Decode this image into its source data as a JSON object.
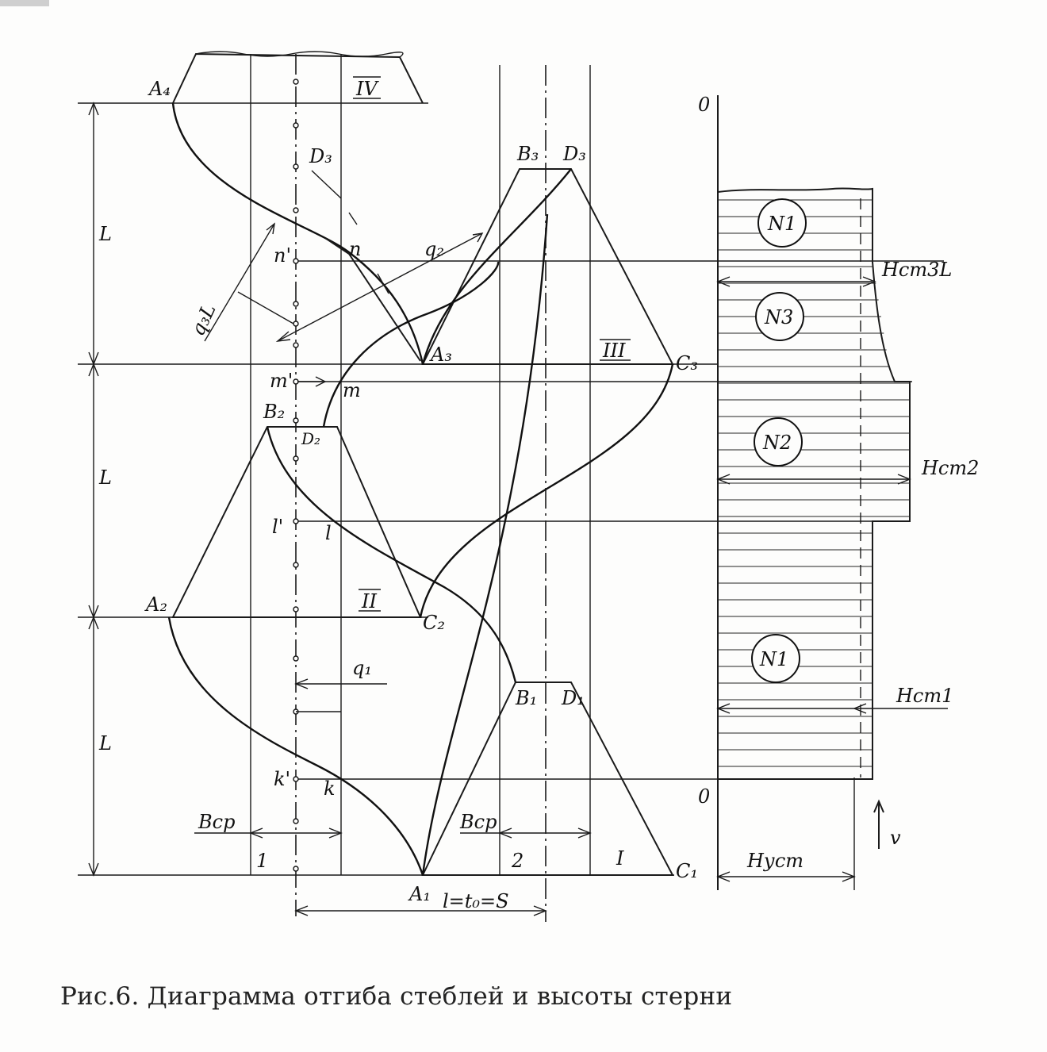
{
  "caption": "Рис.6. Диаграмма отгиба стеблей и высоты стерни",
  "labels": {
    "A4": "A₄",
    "A3": "A₃",
    "A2": "A₂",
    "A1": "A₁",
    "B3": "B₃",
    "B2": "B₂",
    "B1": "B₁",
    "D3_top": "D₃",
    "D3": "D₃",
    "D2": "D₂",
    "D1": "D₁",
    "C3": "C₃",
    "C2": "C₂",
    "C1": "C₁",
    "zone_IV": "IV",
    "zone_III": "III",
    "zone_II": "II",
    "zone_I": "I",
    "L1": "L",
    "L2": "L",
    "L3": "L",
    "n_prime": "n'",
    "n": "n",
    "m_prime": "m'",
    "m": "m",
    "l_prime": "l'",
    "l": "l",
    "k_prime": "k'",
    "k": "k",
    "q1": "q₁",
    "q2": "q₂",
    "q3L": "q₃L",
    "bcp_left": "Bср",
    "bcp_right": "Bср",
    "col1": "1",
    "col2": "2",
    "pitch": "l=t₀=S",
    "zero_top": "0",
    "zero_bottom": "0",
    "N1_top": "N1",
    "N3": "N3",
    "N2": "N2",
    "N1_bottom": "N1",
    "Hct3L": "Hст3L",
    "Hct2": "Hст2",
    "Hct1": "Hст1",
    "Hycm": "Hуст",
    "v": "v"
  }
}
